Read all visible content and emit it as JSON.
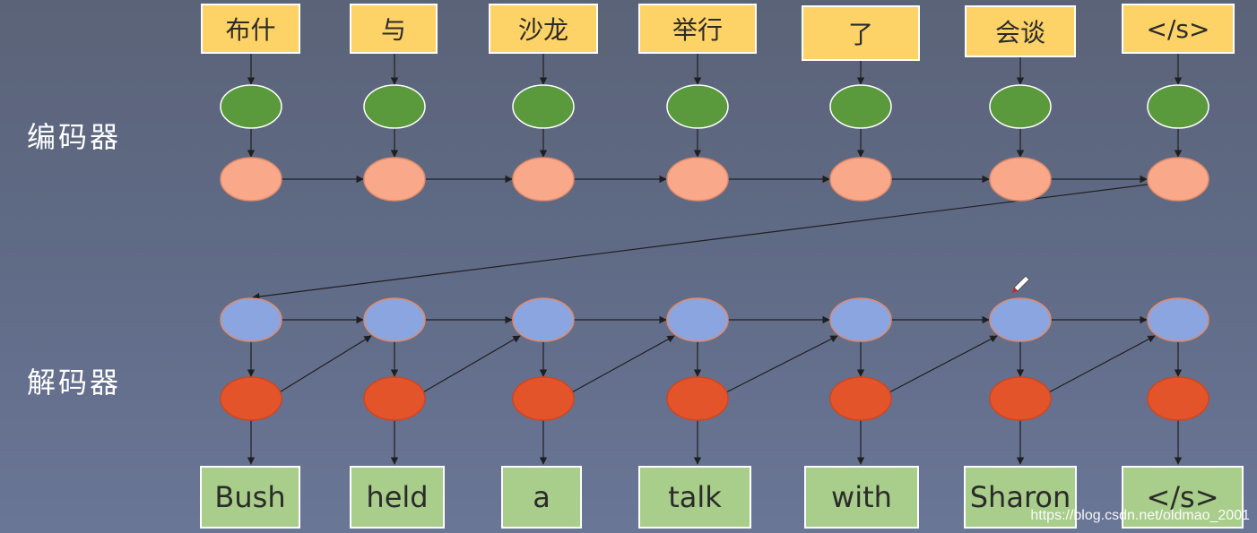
{
  "labels": {
    "encoder": "编码器",
    "decoder": "解码器"
  },
  "source_tokens": [
    "布什",
    "与",
    "沙龙",
    "举行",
    "了",
    "会谈",
    "</s>"
  ],
  "target_tokens": [
    "Bush",
    "held",
    "a",
    "talk",
    "with",
    "Sharon",
    "</s>"
  ],
  "watermark": "https://blog.csdn.net/oldmao_2001",
  "colors": {
    "source_token": "#fdd266",
    "target_token": "#a9cd8a",
    "encoder_embedding": "#5b9a3c",
    "encoder_hidden": "#f9a98a",
    "decoder_hidden": "#8ba5e0",
    "decoder_output": "#e4542b"
  },
  "icons": [
    "pen-cursor-icon"
  ]
}
